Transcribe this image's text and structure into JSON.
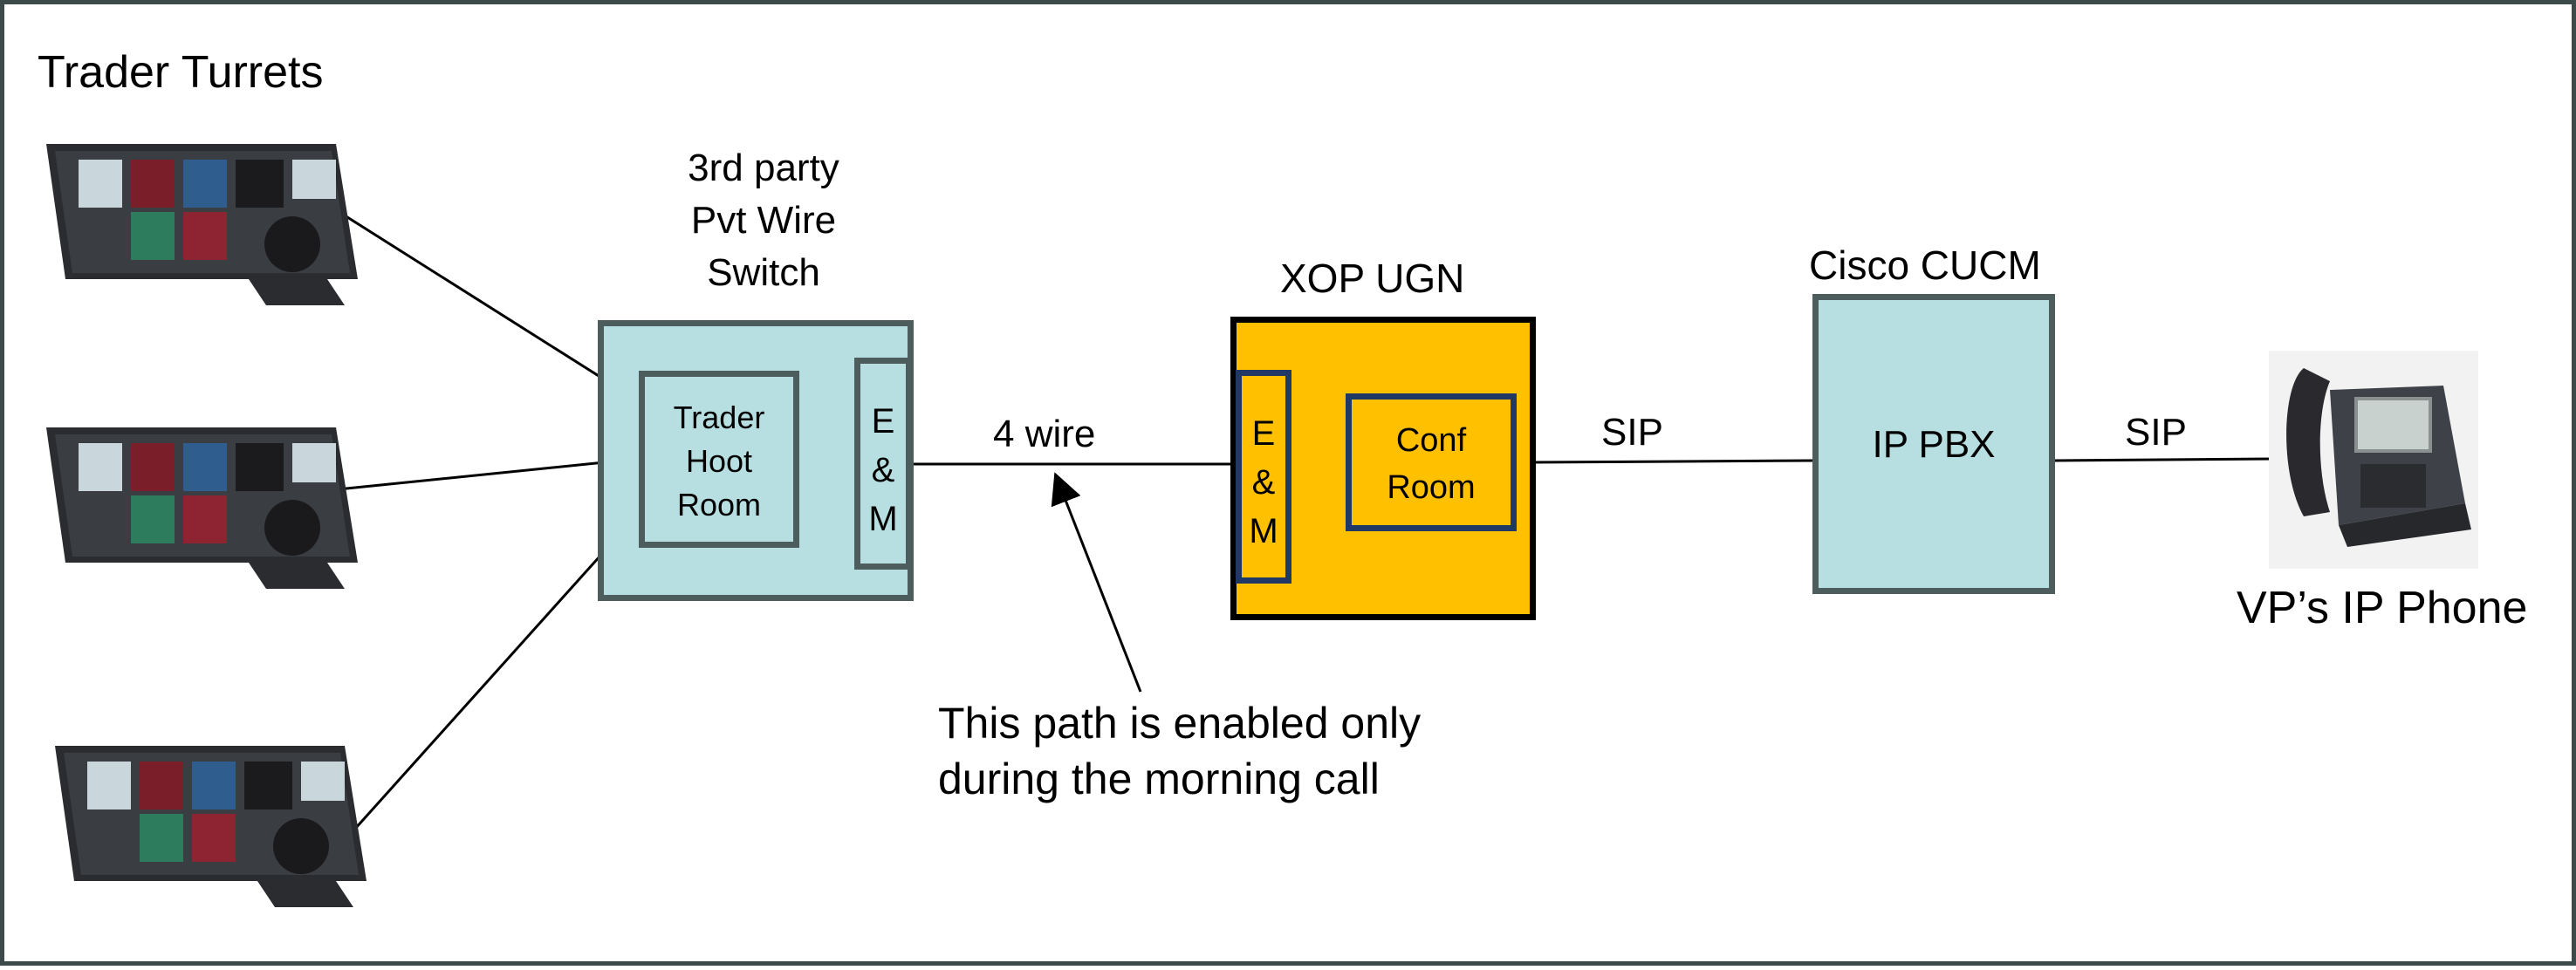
{
  "title": "Trader Turrets",
  "pvt_wire_switch": {
    "label_lines": [
      "3rd party",
      "Pvt Wire",
      "Switch"
    ],
    "hoot_room_lines": [
      "Trader",
      "Hoot",
      "Room"
    ],
    "em_lines": [
      "E",
      "&",
      "M"
    ]
  },
  "link_4wire": "4 wire",
  "xop_ugn": {
    "label": "XOP UGN",
    "em_lines": [
      "E",
      "&",
      "M"
    ],
    "conf_room_lines": [
      "Conf",
      "Room"
    ]
  },
  "sip_1": "SIP",
  "cucm": {
    "label": "Cisco CUCM",
    "box_label": "IP PBX"
  },
  "sip_2": "SIP",
  "phone_label": "VP’s IP Phone",
  "annotation_lines": [
    "This path is enabled only",
    "during the morning call"
  ],
  "colors": {
    "frame": "#3c4a4a",
    "switch_fill": "#b7dfe1",
    "switch_border": "#4d5c5c",
    "xop_fill": "#ffc000",
    "xop_inner_border": "#1f3864",
    "line": "#000000"
  }
}
